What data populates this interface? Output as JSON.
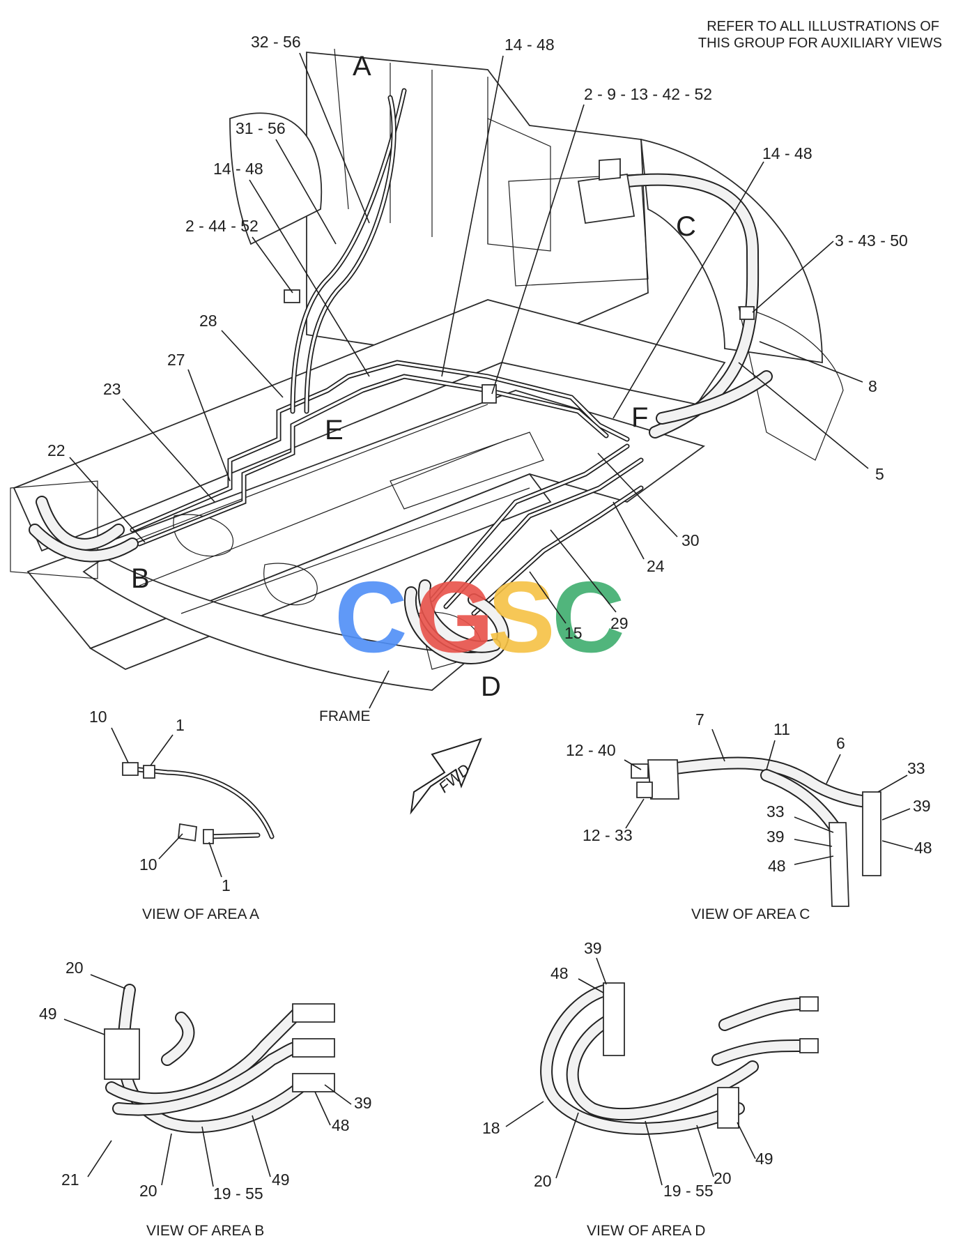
{
  "header_note": [
    "REFER TO ALL ILLUSTRATIONS OF",
    "THIS GROUP FOR AUXILIARY VIEWS"
  ],
  "area_letters": {
    "a": "A",
    "b": "B",
    "c": "C",
    "d": "D",
    "e": "E",
    "f": "F"
  },
  "main_callouts": {
    "c32_56": "32 - 56",
    "c14_48_top": "14 - 48",
    "c2_9_13_42_52": "2 - 9 - 13 - 42 - 52",
    "c31_56": "31 - 56",
    "c14_48_left": "14 - 48",
    "c14_48_right": "14 - 48",
    "c2_44_52": "2 - 44 - 52",
    "c3_43_50": "3 - 43 - 50",
    "c28": "28",
    "c27": "27",
    "c23": "23",
    "c22": "22",
    "c8": "8",
    "c5": "5",
    "c30": "30",
    "c24": "24",
    "c29": "29",
    "c15": "15"
  },
  "frame_label": "FRAME",
  "fwd_label": "FWD",
  "view_a": {
    "caption": "VIEW OF AREA A",
    "c10_top": "10",
    "c1_top": "1",
    "c10_bot": "10",
    "c1_bot": "1"
  },
  "view_c": {
    "caption": "VIEW OF AREA C",
    "c7": "7",
    "c11": "11",
    "c6": "6",
    "c33_r": "33",
    "c12_40": "12 - 40",
    "c39_r": "39",
    "c33_l": "33",
    "c48_r": "48",
    "c39_l": "39",
    "c48_l": "48",
    "c12_33": "12 - 33"
  },
  "view_b": {
    "caption": "VIEW OF AREA B",
    "c20_top": "20",
    "c49_top": "49",
    "c39": "39",
    "c48": "48",
    "c21": "21",
    "c20_bot": "20",
    "c19_55": "19 - 55",
    "c49_bot": "49"
  },
  "view_d": {
    "caption": "VIEW OF AREA D",
    "c39": "39",
    "c48": "48",
    "c18": "18",
    "c20_l": "20",
    "c19_55": "19 - 55",
    "c20_r": "20",
    "c49": "49"
  },
  "watermark": {
    "letters": [
      "C",
      "G",
      "S",
      "C"
    ],
    "colors": [
      "#4f8ff7",
      "#e8524a",
      "#f6c244",
      "#3fae6e"
    ]
  }
}
